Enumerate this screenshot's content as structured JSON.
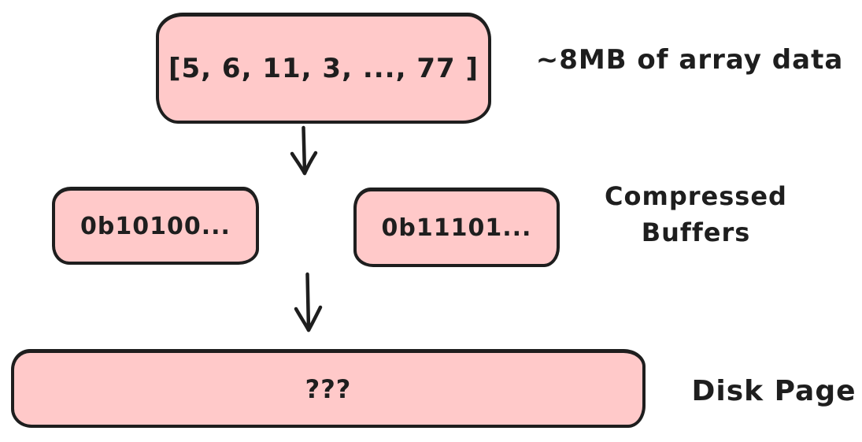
{
  "diagram": {
    "title": "array compression to disk page flow",
    "colors": {
      "background": "#ffffff",
      "shape_fill": "#ffc9c9",
      "stroke": "#1e1e1e"
    },
    "nodes": {
      "array_box": {
        "text": "[5, 6, 11, 3, ..., 77 ]"
      },
      "buffer_left": {
        "text": "0b10100..."
      },
      "buffer_right": {
        "text": "0b11101..."
      },
      "disk_page": {
        "text": "???"
      }
    },
    "labels": {
      "array_label": "~8MB of array data",
      "buffers_label_line1": "Compressed",
      "buffers_label_line2": "Buffers",
      "disk_label": "Disk Page"
    },
    "icons": {
      "arrow_top": "down-arrow-icon",
      "arrow_bottom": "down-arrow-icon"
    }
  }
}
